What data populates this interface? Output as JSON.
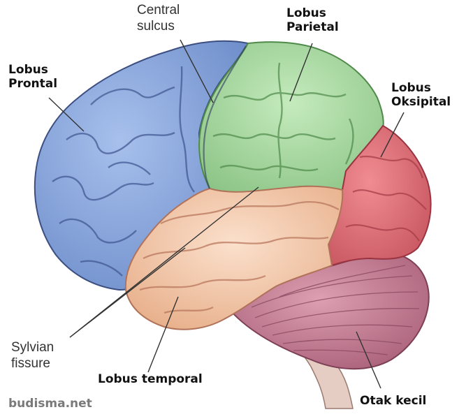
{
  "labels": {
    "central_sulcus": [
      "Central",
      "sulcus"
    ],
    "parietal": [
      "Lobus",
      "Parietal"
    ],
    "frontal": [
      "Lobus",
      "Prontal"
    ],
    "occipital": [
      "Lobus",
      "Oksipital"
    ],
    "sylvian": [
      "Sylvian",
      "fissure"
    ],
    "temporal": "Lobus temporal",
    "cerebellum": "Otak kecil"
  },
  "watermark": "budisma.net",
  "colors": {
    "frontal": "#7f9ed6",
    "parietal": "#9fd49a",
    "occipital": "#dd6f78",
    "temporal": "#f3c7a5",
    "cerebellum": "#c87e95",
    "brainstem": "#e3c7bd",
    "sulcus_line": "#4b5f8e"
  }
}
